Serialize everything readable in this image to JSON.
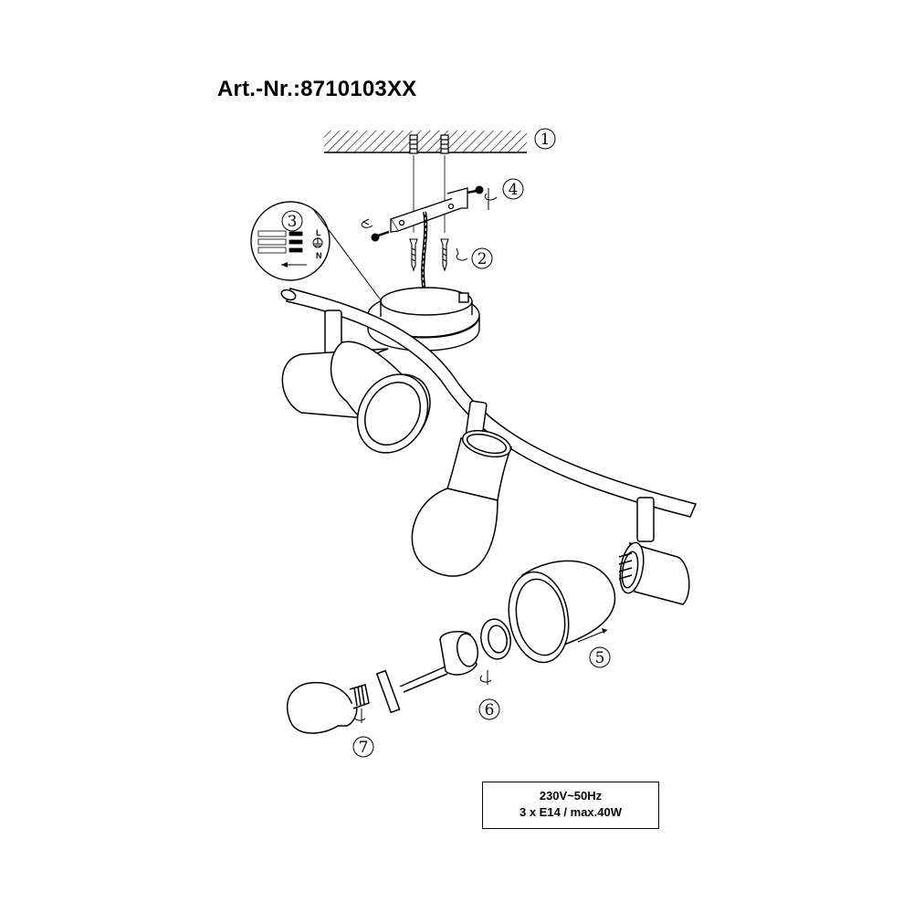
{
  "title": "Art.-Nr.:8710103XX",
  "spec": {
    "line1": "230V~50Hz",
    "line2": "3 x E14 / max.40W"
  },
  "steps": [
    {
      "label": "1"
    },
    {
      "label": "2"
    },
    {
      "label": "3"
    },
    {
      "label": "4"
    },
    {
      "label": "5"
    },
    {
      "label": "6"
    },
    {
      "label": "7"
    }
  ],
  "wiring": {
    "live": "L",
    "neutral": "N",
    "earth_icon": "earth-ground-icon"
  }
}
